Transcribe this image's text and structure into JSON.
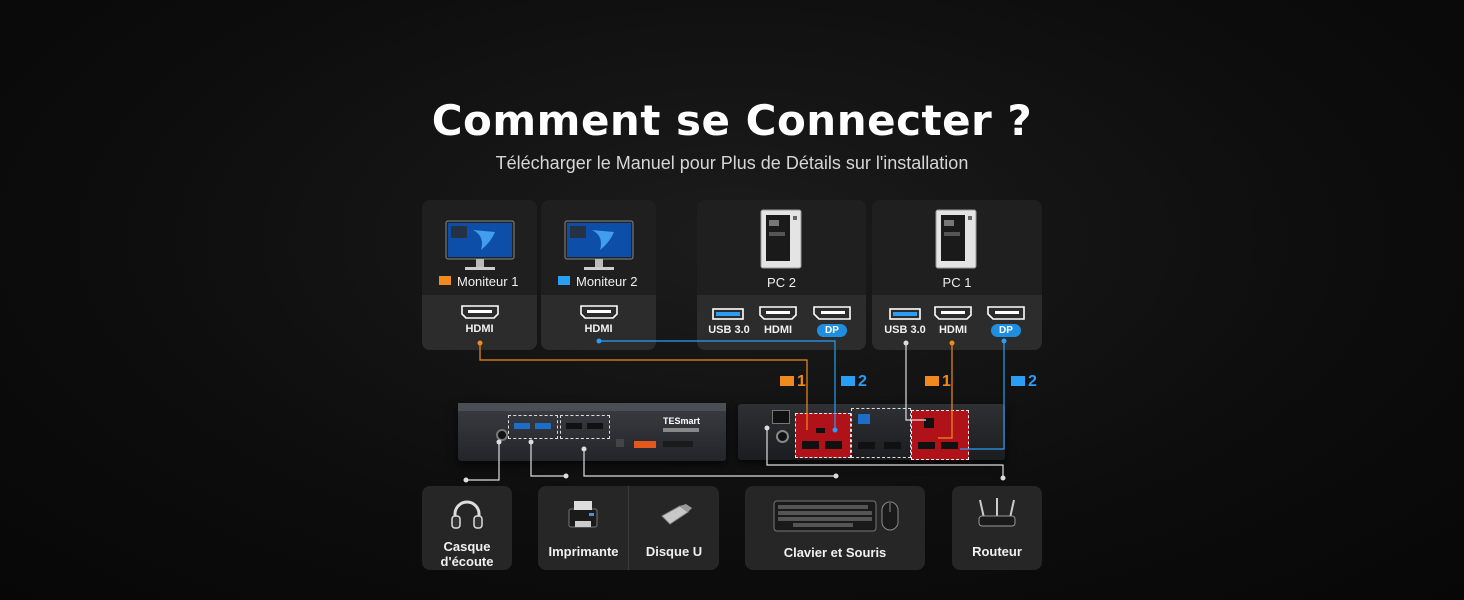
{
  "title": "Comment se Connecter ?",
  "subtitle": "Télécharger le Manuel pour Plus de Détails sur l'installation",
  "monitors": [
    {
      "label": "Moniteur 1",
      "port": "HDMI",
      "color": "#f08a1c"
    },
    {
      "label": "Moniteur 2",
      "port": "HDMI",
      "color": "#2a9df4"
    }
  ],
  "pcs": [
    {
      "label": "PC 2",
      "ports": [
        "USB 3.0",
        "HDMI",
        "DP"
      ]
    },
    {
      "label": "PC 1",
      "ports": [
        "USB 3.0",
        "HDMI",
        "DP"
      ]
    }
  ],
  "channel_labels": [
    "1",
    "2",
    "1",
    "2"
  ],
  "device": {
    "brand": "TESmart"
  },
  "peripherals": [
    {
      "label": "Casque d'écoute"
    },
    {
      "label": "Imprimante"
    },
    {
      "label": "Disque U"
    },
    {
      "label": "Clavier et Souris"
    },
    {
      "label": "Routeur"
    }
  ],
  "colors": {
    "orange": "#f08a1c",
    "blue": "#2a9df4",
    "red": "#b0121a",
    "background": "#0d0d0d"
  }
}
